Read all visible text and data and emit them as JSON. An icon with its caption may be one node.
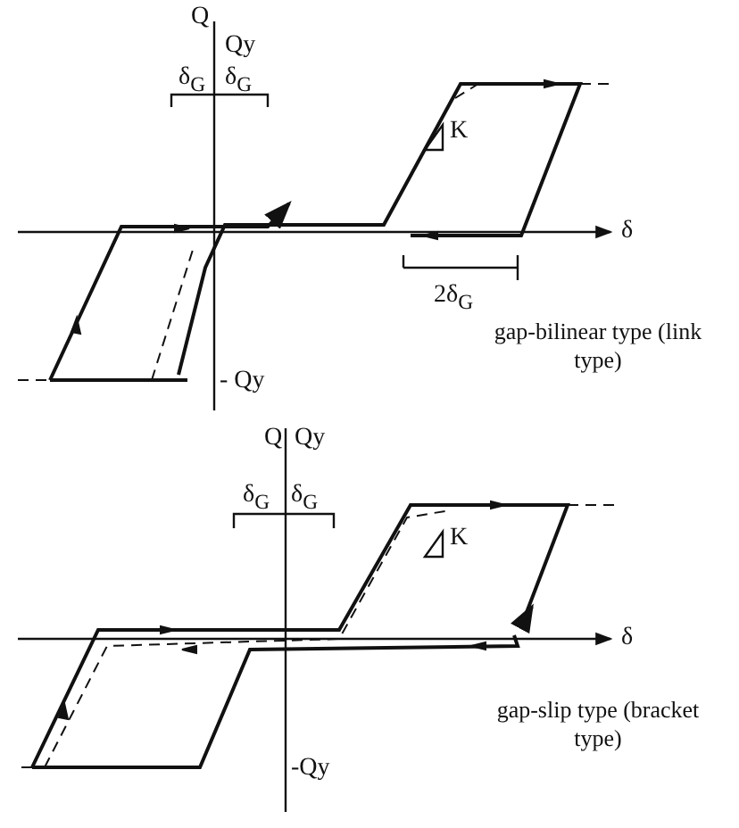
{
  "diagram": {
    "labels": [
      "Q",
      "Qy",
      "δ$_{G}$",
      "δ$_{G}$",
      "K",
      "δ",
      "2δ$_{G}$",
      "gap-bilinear type (link type)",
      "- Qy",
      "Q",
      "Qy",
      "δ$_{G}$",
      "δ$_{G}$",
      "K",
      "δ",
      "gap-slip type (bracket type)",
      "-Qy"
    ]
  }
}
